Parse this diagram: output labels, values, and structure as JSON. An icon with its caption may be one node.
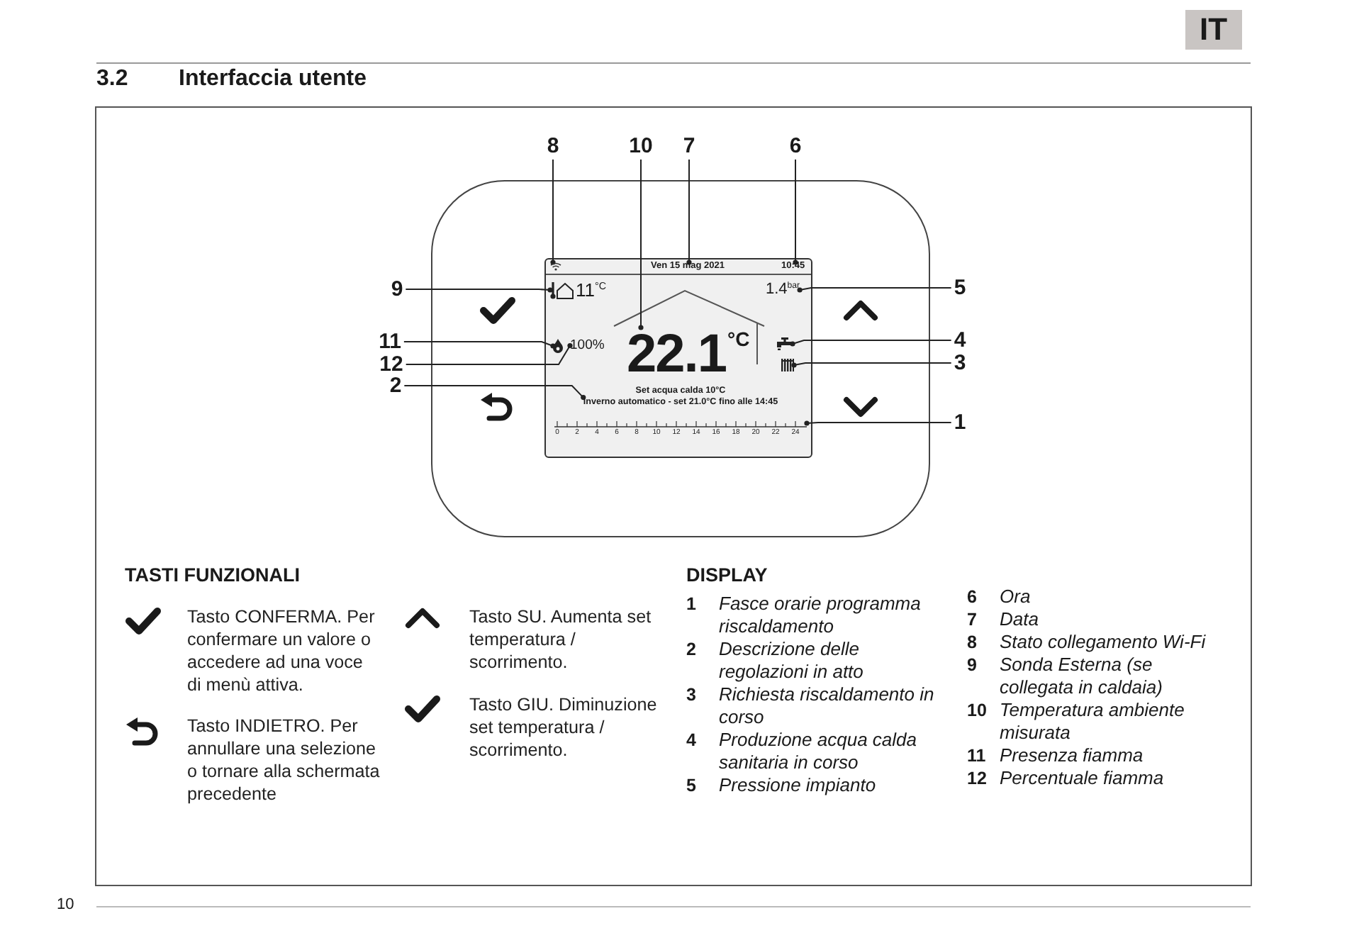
{
  "diagram": {
    "title": "Interfaccia utente",
    "nodes": [
      {
        "text": [
          "8"
        ]
      },
      {
        "text": [
          "10"
        ]
      },
      {
        "text": [
          "7"
        ]
      },
      {
        "text": [
          "6"
        ]
      },
      {
        "text": [
          "9"
        ]
      },
      {
        "text": [
          "5"
        ]
      },
      {
        "text": [
          "11"
        ]
      },
      {
        "text": [
          "4"
        ]
      },
      {
        "text": [
          "12"
        ]
      },
      {
        "text": [
          "3"
        ]
      },
      {
        "text": [
          "2"
        ]
      },
      {
        "text": [
          "1"
        ]
      },
      {
        "text": [],
        "shape": "picture"
      },
      {
        "text": [
          "Ven 15 mag 2021"
        ]
      },
      {
        "text": [
          "10:45"
        ]
      },
      {
        "text": [
          "11$^{°C}$"
        ]
      },
      {
        "text": [
          "1.4$^{bar}$"
        ]
      },
      {
        "text": [
          "22.1",
          "°C"
        ]
      },
      {
        "text": [],
        "shape": "picture"
      },
      {
        "text": [
          "100%"
        ]
      },
      {
        "text": [],
        "shape": "picture"
      },
      {
        "text": [],
        "shape": "picture"
      },
      {
        "text": [
          "Set acqua calda 10°C",
          "Inverno automatico - set 21.0°C fino alle 14:45"
        ]
      },
      {
        "text": [],
        "shape": "bar",
        "beside": [
          "0",
          "2",
          "4",
          "6",
          "8",
          "10",
          "12",
          "14",
          "16",
          "18",
          "20",
          "22",
          "24"
        ]
      }
    ],
    "edges": [
      {
        "from": 0,
        "to": 12,
        "arrow": "other"
      },
      {
        "from": 1,
        "to": 17,
        "arrow": "other"
      },
      {
        "from": 2,
        "to": 13,
        "arrow": "other"
      },
      {
        "from": 3,
        "to": 14,
        "arrow": "other"
      },
      {
        "from": 4,
        "to": 15,
        "arrow": "other"
      },
      {
        "from": 5,
        "to": 16,
        "arrow": "other"
      },
      {
        "from": 6,
        "to": 18,
        "arrow": "other"
      },
      {
        "from": 7,
        "to": 20,
        "arrow": "other"
      },
      {
        "from": 8,
        "to": 19,
        "arrow": "other"
      },
      {
        "from": 9,
        "to": 21,
        "arrow": "other"
      },
      {
        "from": 10,
        "to": 22,
        "arrow": "other"
      },
      {
        "from": 11,
        "to": 23,
        "arrow": "other"
      }
    ],
    "labels": [
      "IT",
      "3.2",
      "TASTI FUNZIONALI",
      "Tasto CONFERMA. Per confermare un valore o accedere ad una voce di menù attiva.",
      "Tasto INDIETRO. Per annullare una selezione o tornare alla schermata precedente",
      "Tasto SU. Aumenta set temperatura / scorrimento.",
      "Tasto GIU. Diminuzione set temperatura / scorrimento.",
      "DISPLAY",
      "1",
      "Fasce orarie programma riscaldamento",
      "2",
      "Descrizione delle regolazioni in atto",
      "3",
      "Richiesta riscaldamento in corso",
      "4",
      "Produzione acqua calda sanitaria in corso",
      "5",
      "Pressione impianto",
      "6",
      "Ora",
      "7",
      "Data",
      "8",
      "Stato collegamento Wi-Fi",
      "9",
      "Sonda Esterna (se collegata in caldaia)",
      "10",
      "Temperatura ambiente misurata",
      "11",
      "Presenza fiamma",
      "12",
      "Percentuale fiamma",
      "10"
    ]
  }
}
